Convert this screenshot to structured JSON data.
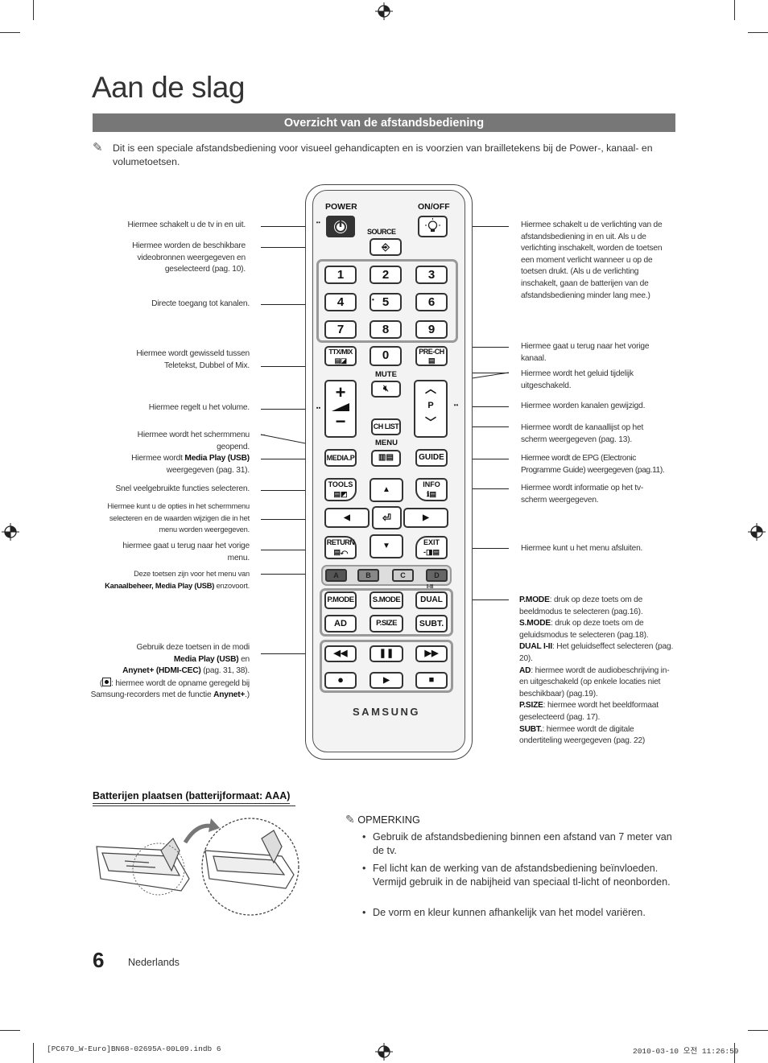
{
  "page": {
    "title": "Aan de slag",
    "section_bar": "Overzicht van de afstandsbediening",
    "intro_icon": "pencil-note-icon",
    "intro": "Dit is een speciale afstandsbediening voor visueel gehandicapten en is voorzien van brailletekens bij de Power-, kanaal- en volumetoetsen.",
    "page_number": "6",
    "language": "Nederlands",
    "footer_left": "[PC670_W-Euro]BN68-02695A-00L09.indb   6",
    "footer_right": "2010-03-10   오전 11:26:59"
  },
  "left_labels": [
    "Hiermee schakelt u de tv in en uit.",
    "Hiermee worden de beschikbare videobronnen weergegeven en geselecteerd (pag. 10).",
    "Directe toegang tot kanalen.",
    "Hiermee wordt gewisseld tussen Teletekst, Dubbel of Mix.",
    "Hiermee regelt u het volume.",
    "Hiermee wordt het schermmenu geopend.",
    "Snel veelgebruikte functies selecteren.",
    "Hiermee kunt u de opties in het schermmenu selecteren en de waarden wijzigen die in het menu worden weergegeven.",
    "hiermee gaat u terug naar het vorige menu."
  ],
  "left_rich": {
    "mediaplay_pre": "Hiermee wordt ",
    "mediaplay_bold": "Media Play (USB)",
    "mediaplay_post": " weergegeven (pag. 31).",
    "colour_pre": "Deze toetsen zijn voor het menu van ",
    "colour_bold": "Kanaalbeheer, Media Play (USB)",
    "colour_post": " enzovoort.",
    "modes_1": "Gebruik deze toetsen in de modi",
    "modes_2_bold": "Media Play (USB)",
    "modes_2_post": " en",
    "modes_3_bold": "Anynet+ (HDMI-CEC)",
    "modes_3_post": " (pag. 31, 38).",
    "modes_4_post": ": hiermee wordt de opname geregeld bij Samsung-recorders met de functie ",
    "modes_4_bold": "Anynet+",
    "modes_4_end": ".)"
  },
  "right_labels": [
    "Hiermee schakelt u de verlichting van de afstandsbediening in en uit. Als u de verlichting inschakelt, worden de toetsen een moment verlicht wanneer u op de toetsen drukt. (Als u de verlichting inschakelt, gaan de batterijen van de afstandsbediening minder lang mee.)",
    "Hiermee gaat u terug naar het vorige kanaal.",
    "Hiermee wordt het geluid tijdelijk uitgeschakeld.",
    "Hiermee worden kanalen gewijzigd.",
    "Hiermee wordt de kanaallijst op het scherm weergegeven (pag. 13).",
    "Hiermee wordt de EPG (Electronic Programme Guide) weergegeven (pag.11).",
    "Hiermee wordt informatie op het tv-scherm weergegeven.",
    "Hiermee kunt u het menu afsluiten."
  ],
  "right_modes": [
    {
      "bold": "P.MODE",
      "text": ": druk op deze toets om de beeldmodus te selecteren (pag.16)."
    },
    {
      "bold": "S.MODE",
      "text": ": druk op deze toets om de geluidsmodus te selecteren (pag.18)."
    },
    {
      "bold": "DUAL I-II",
      "text": ": Het geluidseffect selecteren (pag. 20)."
    },
    {
      "bold": "AD",
      "text": ": hiermee wordt de audiobeschrijving in- en uitgeschakeld (op enkele locaties niet beschikbaar) (pag.19)."
    },
    {
      "bold": "P.SIZE",
      "text": ": hiermee wordt het beeldformaat geselecteerd (pag. 17)."
    },
    {
      "bold": "SUBT.",
      "text": ": hiermee wordt de digitale ondertiteling weergegeven (pag. 22)"
    }
  ],
  "remote": {
    "power": "POWER",
    "onoff": "ON/OFF",
    "source": "SOURCE",
    "digits": [
      "1",
      "2",
      "3",
      "4",
      "5",
      "6",
      "7",
      "8",
      "9",
      "0"
    ],
    "ttx": "TTX/MIX",
    "prech": "PRE-CH",
    "mute": "MUTE",
    "p": "P",
    "chlist": "CH LIST",
    "menu": "MENU",
    "mediap": "MEDIA.P",
    "guide": "GUIDE",
    "tools": "TOOLS",
    "info": "INFO",
    "return": "RETURN",
    "exit": "EXIT",
    "colours": [
      "A",
      "B",
      "C",
      "D"
    ],
    "dual_small": "I-II",
    "modes": [
      "P.MODE",
      "S.MODE",
      "DUAL",
      "AD",
      "P.SIZE",
      "SUBT."
    ],
    "brand": "SAMSUNG",
    "colour_hex": [
      "#8a5050",
      "#6e8f52",
      "#d9c84a",
      "#5978a8"
    ]
  },
  "battery": {
    "heading": "Batterijen plaatsen (batterijformaat: AAA)"
  },
  "note": {
    "heading": "OPMERKING",
    "items": [
      "Gebruik de afstandsbediening binnen een afstand van 7 meter van de tv.",
      "Fel licht kan de werking van de afstandsbediening beïnvloeden. Vermijd gebruik in de nabijheid van speciaal tl-licht of neonborden.",
      "De vorm en kleur kunnen afhankelijk van het model variëren."
    ]
  }
}
